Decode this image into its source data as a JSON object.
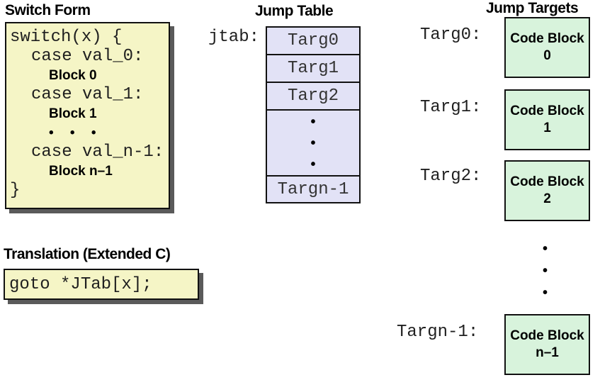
{
  "colors": {
    "box_yellow": "#f5f5c6",
    "cell_lavender": "#e2e2f6",
    "block_green": "#d8f3dc",
    "shadow_gray": "#5a5a5a",
    "border_black": "#111111"
  },
  "switch_form": {
    "title": "Switch Form",
    "code_lines": [
      {
        "text": "switch(x) {"
      },
      {
        "text": "case val_0:"
      },
      {
        "text": "Block 0"
      },
      {
        "text": "case val_1:"
      },
      {
        "text": "Block 1"
      },
      {
        "text": "• • •"
      },
      {
        "text": "case val_n-1:"
      },
      {
        "text": "Block n–1"
      },
      {
        "text": "}"
      }
    ]
  },
  "jump_table": {
    "title": "Jump Table",
    "pointer_label": "jtab:",
    "cells": [
      "Targ0",
      "Targ1",
      "Targ2"
    ],
    "ellipsis_dots": "•\n•\n•",
    "last_cell": "Targn-1"
  },
  "jump_targets": {
    "title": "Jump Targets",
    "labels": [
      "Targ0:",
      "Targ1:",
      "Targ2:",
      "Targn-1:"
    ],
    "blocks": [
      {
        "line1": "Code Block",
        "line2": "0"
      },
      {
        "line1": "Code Block",
        "line2": "1"
      },
      {
        "line1": "Code Block",
        "line2": "2"
      },
      {
        "line1": "Code Block",
        "line2": "n–1"
      }
    ],
    "ellipsis_dots": "•\n•\n•"
  },
  "translation": {
    "title": "Translation (Extended C)",
    "code": "goto *JTab[x];"
  }
}
